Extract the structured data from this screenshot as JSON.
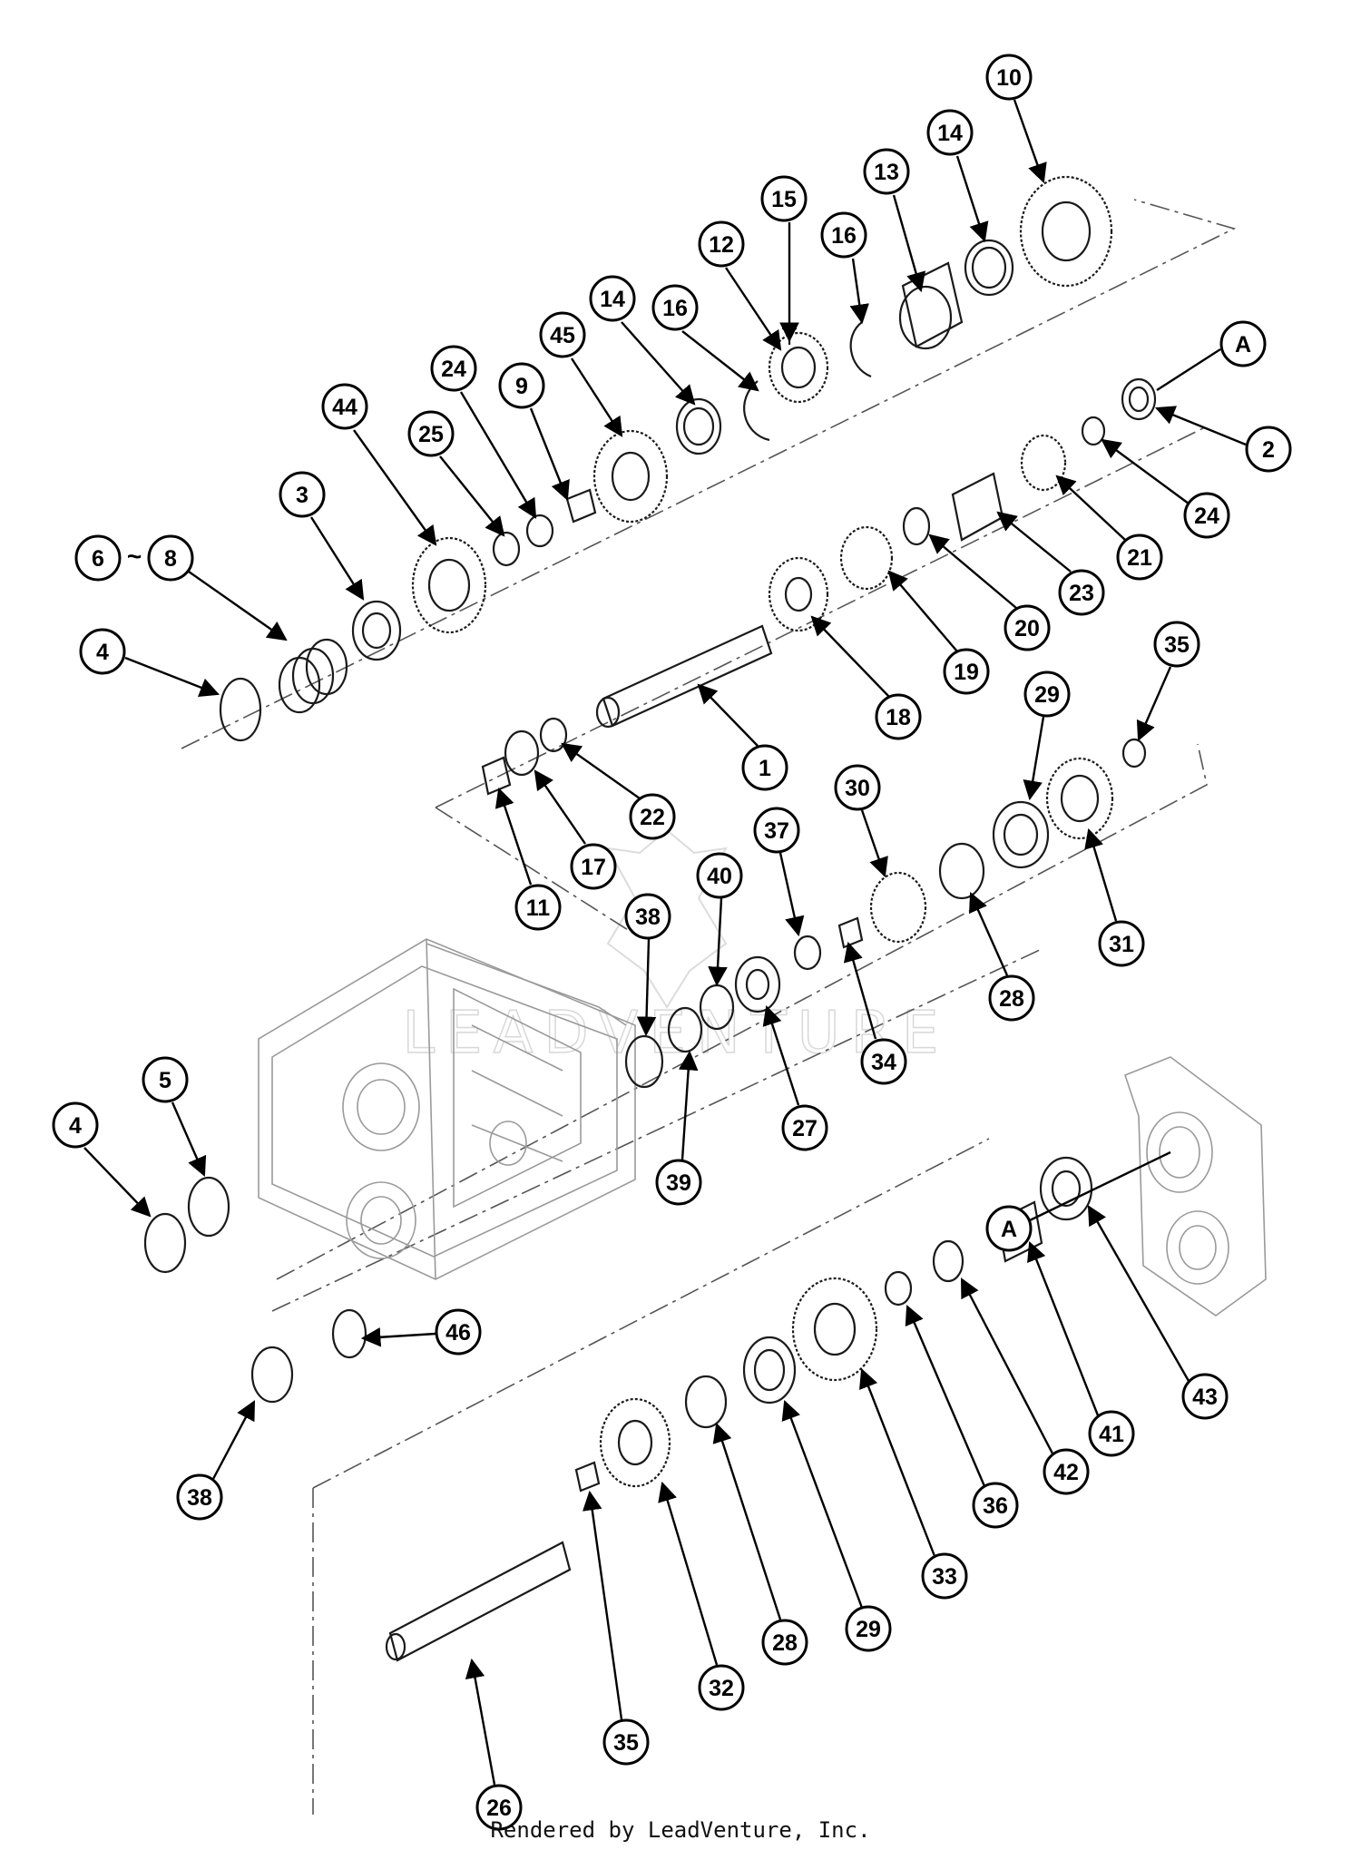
{
  "callouts": [
    {
      "label": "10"
    },
    {
      "label": "14"
    },
    {
      "label": "13"
    },
    {
      "label": "15"
    },
    {
      "label": "12"
    },
    {
      "label": "16"
    },
    {
      "label": "16"
    },
    {
      "label": "14"
    },
    {
      "label": "45"
    },
    {
      "label": "9"
    },
    {
      "label": "24"
    },
    {
      "label": "25"
    },
    {
      "label": "44"
    },
    {
      "label": "3"
    },
    {
      "label": "8"
    },
    {
      "label": "6"
    },
    {
      "label": "4"
    },
    {
      "label": "A"
    },
    {
      "label": "2"
    },
    {
      "label": "24"
    },
    {
      "label": "21"
    },
    {
      "label": "23"
    },
    {
      "label": "20"
    },
    {
      "label": "19"
    },
    {
      "label": "18"
    },
    {
      "label": "1"
    },
    {
      "label": "22"
    },
    {
      "label": "17"
    },
    {
      "label": "11"
    },
    {
      "label": "35"
    },
    {
      "label": "29"
    },
    {
      "label": "31"
    },
    {
      "label": "30"
    },
    {
      "label": "28"
    },
    {
      "label": "37"
    },
    {
      "label": "34"
    },
    {
      "label": "40"
    },
    {
      "label": "38"
    },
    {
      "label": "27"
    },
    {
      "label": "39"
    },
    {
      "label": "5"
    },
    {
      "label": "4"
    },
    {
      "label": "A"
    },
    {
      "label": "43"
    },
    {
      "label": "41"
    },
    {
      "label": "42"
    },
    {
      "label": "36"
    },
    {
      "label": "46"
    },
    {
      "label": "38"
    },
    {
      "label": "33"
    },
    {
      "label": "29"
    },
    {
      "label": "28"
    },
    {
      "label": "32"
    },
    {
      "label": "35"
    },
    {
      "label": "26"
    }
  ],
  "range_separator": "~",
  "watermark": "LEADVENTURE",
  "footer": "Rendered by LeadVenture, Inc."
}
